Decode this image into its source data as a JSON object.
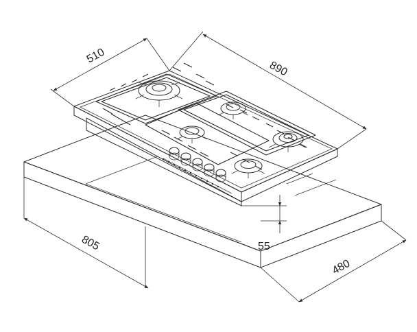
{
  "diagram": {
    "dimensions": {
      "hob_depth": "510",
      "hob_width": "890",
      "cutout_width": "805",
      "cutout_depth": "480",
      "cutout_height": "55"
    },
    "burners": [
      "triple-ring-wok",
      "rapid",
      "semi-rapid",
      "wok",
      "auxiliary"
    ],
    "control_knobs": 5
  }
}
